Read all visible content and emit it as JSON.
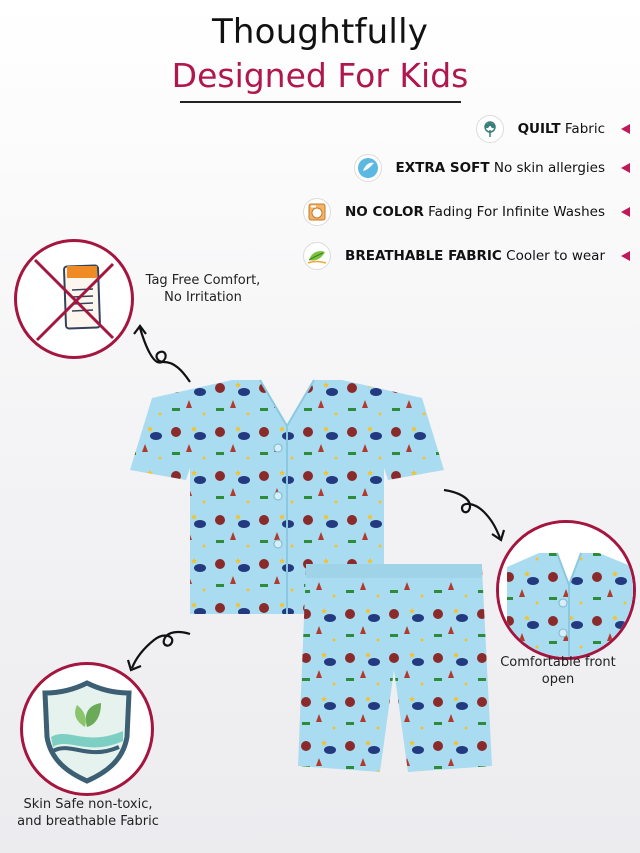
{
  "header": {
    "line1": "Thoughtfully",
    "line2": "Designed For Kids"
  },
  "features": [
    {
      "icon": "cotton-plant-icon",
      "bold": "QUILT",
      "text": "Fabric"
    },
    {
      "icon": "soft-feather-icon",
      "bold": "EXTRA SOFT",
      "text": "No skin allergies"
    },
    {
      "icon": "washing-machine-icon",
      "bold": "NO COLOR",
      "text": "Fading For Infinite Washes"
    },
    {
      "icon": "leaf-breathable-icon",
      "bold": "BREATHABLE FABRIC",
      "text": "Cooler to wear"
    }
  ],
  "callouts": {
    "tag_free": {
      "line1": "Tag Free Comfort,",
      "line2": "No Irritation"
    },
    "front_open": {
      "line1": "Comfortable front",
      "line2": "open"
    },
    "skin_safe": {
      "line1": "Skin Safe non-toxic,",
      "line2": "and breathable Fabric"
    }
  },
  "colors": {
    "accent": "#b0174d",
    "pointer": "#c2185b",
    "fabric": "#a9dcf0"
  }
}
